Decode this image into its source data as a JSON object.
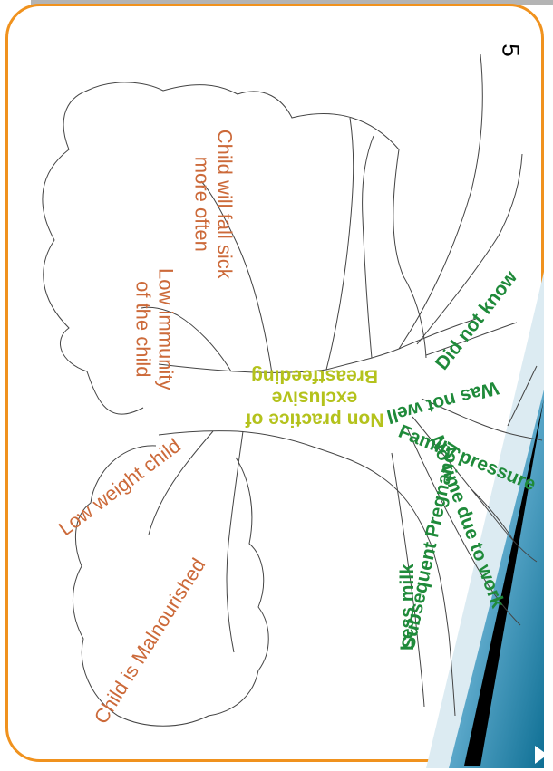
{
  "page_number": "5",
  "core_problem": {
    "line1": "Non practice of",
    "line2": "exclusive",
    "line3": "Breastfeeding"
  },
  "effects": {
    "falls_sick": {
      "line1": "Child will fall sick",
      "line2": "more often"
    },
    "low_immunity": {
      "line1": "Low immunity",
      "line2": "of the child"
    },
    "low_weight": "Low weight child",
    "malnourished": "Child is Malnourished"
  },
  "causes": {
    "did_not_know": "Did not know",
    "not_well": "Was not well",
    "family_pressure": "Family pressure",
    "no_time": "No time due to work",
    "pregnancy": "Subsequent Pregnancy",
    "less_milk": "Less milk"
  },
  "colors": {
    "frame": "#f0921e",
    "effect_text": "#cc6a3a",
    "cause_text": "#1f8a3a",
    "core_text": "#b4c21c"
  }
}
